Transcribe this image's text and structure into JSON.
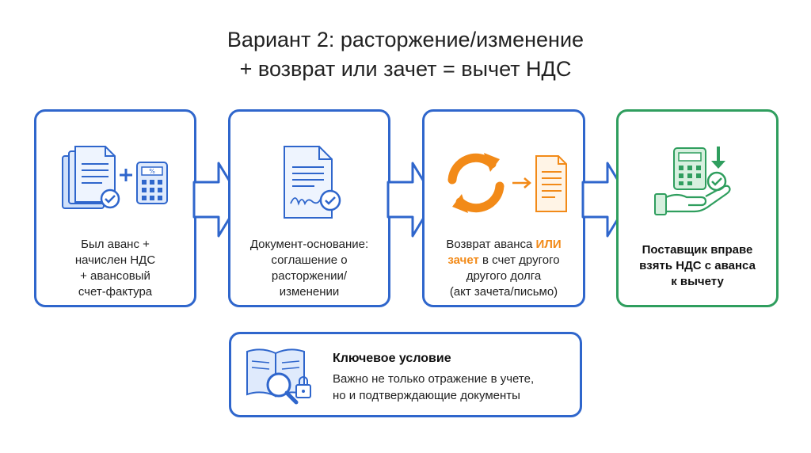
{
  "title": {
    "line1": "Вариант 2: расторжение/изменение",
    "line2": "+ возврат или зачет = вычет НДС"
  },
  "steps": [
    {
      "icon": "documents-calculator-icon",
      "lines": [
        "Был аванс +",
        "начислен НДС",
        "+ авансовый",
        "счет-фактура"
      ]
    },
    {
      "icon": "signed-document-icon",
      "lines": [
        "Документ-основание:",
        "соглашение о",
        "расторжении/",
        "изменении"
      ]
    },
    {
      "icon": "refund-exchange-icon",
      "line1_pre": "Возврат аванса ",
      "line1_hl": "ИЛИ",
      "line2_hl": "зачет",
      "line2_post": " в счет другого",
      "line3": "другого долга",
      "line4": "(акт зачета/письмо)"
    },
    {
      "icon": "hand-calculator-icon",
      "lines": [
        "Поставщик вправе",
        "взять НДС с аванса",
        "к вычету"
      ]
    }
  ],
  "key": {
    "icon": "book-magnifier-lock-icon",
    "title": "Ключевое условие",
    "line1": "Важно не только отражение в учете,",
    "line2": "но и подтверждающие документы"
  },
  "colors": {
    "blue": "#2f66cc",
    "green": "#2f9e5e",
    "orange": "#f28a18"
  }
}
